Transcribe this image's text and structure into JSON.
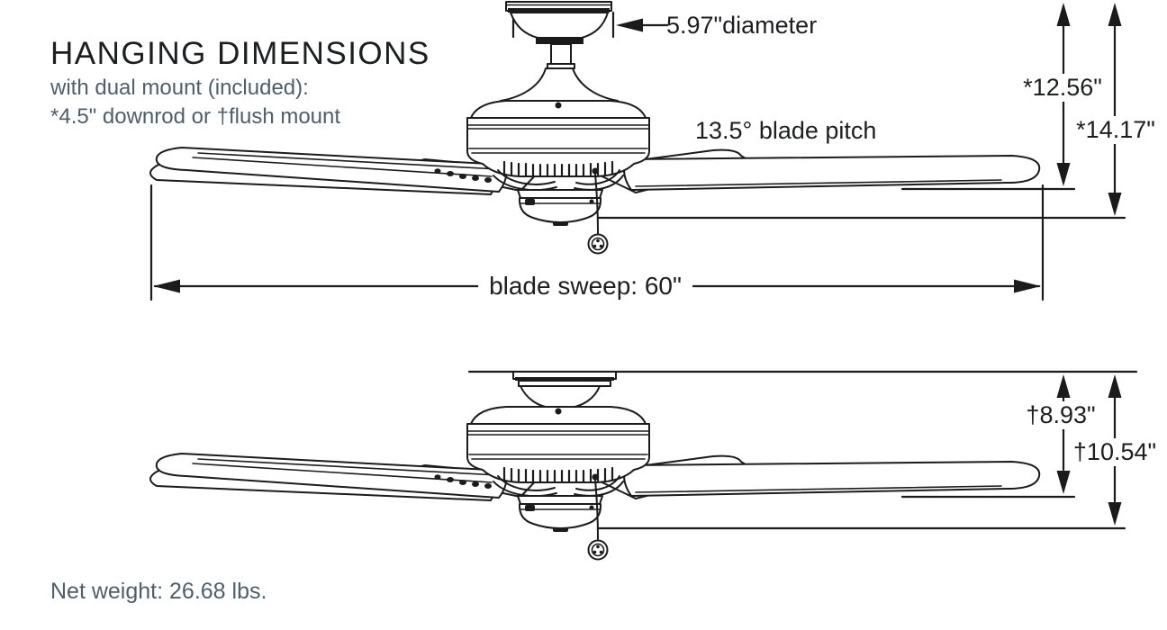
{
  "header": {
    "title": "HANGING DIMENSIONS",
    "subtitle_line1": "with dual mount (included):",
    "subtitle_line2": "*4.5\" downrod or †flush mount"
  },
  "top_diagram": {
    "mount_type": "downrod",
    "diameter_label": "5.97\"diameter",
    "blade_pitch_label": "13.5° blade pitch",
    "height_to_blade_label": "*12.56\"",
    "overall_height_label": "*14.17\"",
    "blade_sweep_label": "blade sweep: 60\""
  },
  "bottom_diagram": {
    "mount_type": "flush mount",
    "height_to_blade_label": "†8.93\"",
    "overall_height_label": "†10.54\""
  },
  "footer": {
    "net_weight_label": "Net weight: 26.68 lbs."
  },
  "colors": {
    "line_art": "#1b1b1b",
    "heading_text": "#1d1e20",
    "secondary_text": "#4e5e6a",
    "background": "#ffffff"
  }
}
